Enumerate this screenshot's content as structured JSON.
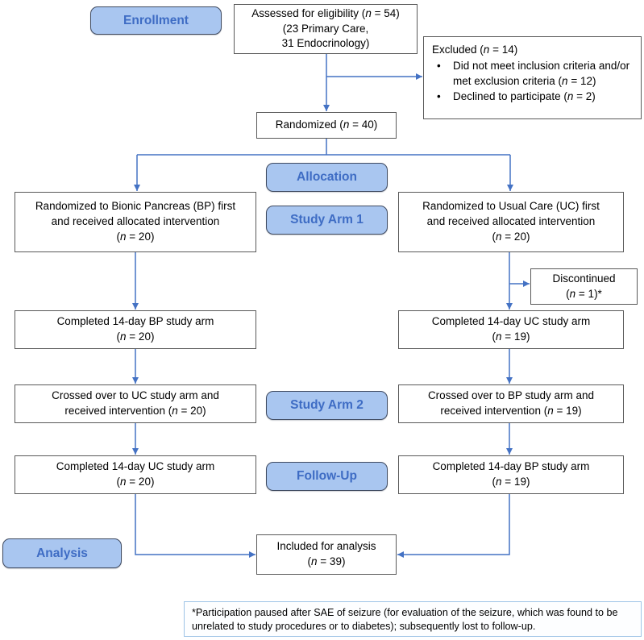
{
  "stage_labels": {
    "enrollment": "Enrollment",
    "allocation": "Allocation",
    "study_arm_1": "Study Arm 1",
    "study_arm_2": "Study Arm 2",
    "follow_up": "Follow-Up",
    "analysis": "Analysis"
  },
  "boxes": {
    "assessed": {
      "lines": [
        "Assessed for eligibility (n = 54)",
        "(23 Primary Care,",
        "31 Endocrinology)"
      ]
    },
    "excluded": {
      "heading": "Excluded (n = 14)",
      "bullets": [
        "Did not meet inclusion criteria and/or met exclusion criteria (n = 12)",
        "Declined to participate (n = 2)"
      ]
    },
    "randomized": {
      "lines": [
        "Randomized (n = 40)"
      ]
    },
    "arm1_left": {
      "lines": [
        "Randomized to Bionic Pancreas (BP) first",
        "and received allocated intervention",
        "(n = 20)"
      ]
    },
    "arm1_right": {
      "lines": [
        "Randomized to Usual Care (UC) first",
        "and received allocated intervention",
        "(n = 20)"
      ]
    },
    "discontinued": {
      "lines": [
        "Discontinued",
        "(n = 1)*"
      ]
    },
    "completed1_left": {
      "lines": [
        "Completed 14-day BP study arm",
        "(n = 20)"
      ]
    },
    "completed1_right": {
      "lines": [
        "Completed 14-day UC study arm",
        "(n = 19)"
      ]
    },
    "crossed_left": {
      "lines": [
        "Crossed over to UC study arm and",
        "received intervention (n = 20)"
      ]
    },
    "crossed_right": {
      "lines": [
        "Crossed over to BP study arm and",
        "received intervention (n = 19)"
      ]
    },
    "completed2_left": {
      "lines": [
        "Completed 14-day UC study arm",
        "(n = 20)"
      ]
    },
    "completed2_right": {
      "lines": [
        "Completed 14-day BP study arm",
        "(n = 19)"
      ]
    },
    "included": {
      "lines": [
        "Included for analysis",
        "(n = 39)"
      ]
    }
  },
  "footnote": "*Participation paused after SAE of seizure (for evaluation of the seizure, which was found to be unrelated to study procedures or to diabetes); subsequently lost to follow-up.",
  "colors": {
    "arrow_color": "#4472C4",
    "label_fill": "#A9C6F0",
    "label_border": "#3F4A60",
    "label_text": "#3E6CC4",
    "box_border": "#595959",
    "footnote_border": "#9DC3E6"
  }
}
